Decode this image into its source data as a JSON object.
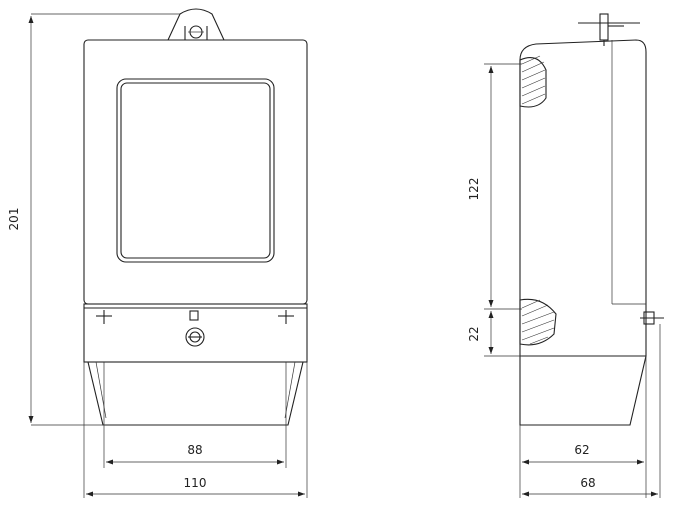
{
  "front_view": {
    "dims": {
      "height": "201",
      "terminal_width": "88",
      "overall_width": "110"
    }
  },
  "side_view": {
    "dims": {
      "window_height": "122",
      "lower_height": "22",
      "terminal_depth": "62",
      "overall_depth": "68"
    }
  }
}
